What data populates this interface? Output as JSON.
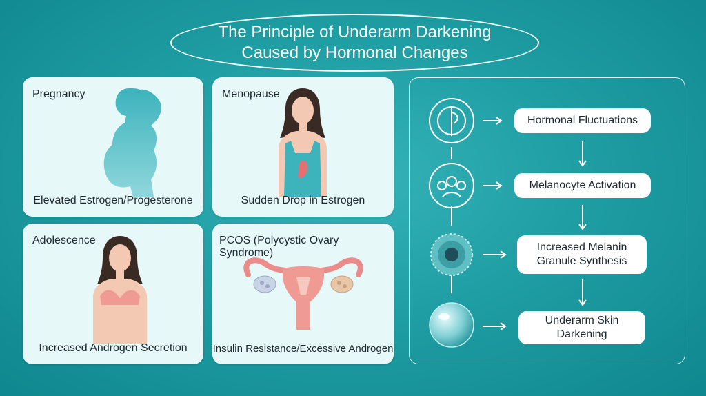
{
  "title": {
    "line1": "The Principle of Underarm Darkening",
    "line2": "Caused by Hormonal Changes"
  },
  "cards": [
    {
      "top_label": "Pregnancy",
      "bottom_label": "Elevated Estrogen/Progesterone",
      "icon": "pregnant-woman-icon"
    },
    {
      "top_label": "Menopause",
      "bottom_label": "Sudden Drop in Estrogen",
      "icon": "woman-menopause-icon"
    },
    {
      "top_label": "Adolescence",
      "bottom_label": "Increased Androgen Secretion",
      "icon": "adolescent-girl-icon"
    },
    {
      "top_label": "PCOS (Polycystic Ovary Syndrome)",
      "bottom_label": "Insulin Resistance/Excessive Androgen",
      "icon": "uterus-ovaries-icon"
    }
  ],
  "flow": {
    "steps": [
      {
        "line1": "Hormonal Fluctuations",
        "line2": "",
        "icon": "hormone-symbol-icon"
      },
      {
        "line1": "Melanocyte Activation",
        "line2": "",
        "icon": "melanocyte-cell-icon"
      },
      {
        "line1": "Increased Melanin",
        "line2": "Granule Synthesis",
        "icon": "melanin-granule-icon"
      },
      {
        "line1": "Underarm Skin",
        "line2": "Darkening",
        "icon": "skin-bubble-icon"
      }
    ]
  },
  "colors": {
    "background": "#1f9ea4",
    "card": "#e6f8f8",
    "figure_teal": "#3db3bc",
    "skin": "#f3c9b3",
    "bra": "#f09a94",
    "hair": "#3a2a24"
  }
}
